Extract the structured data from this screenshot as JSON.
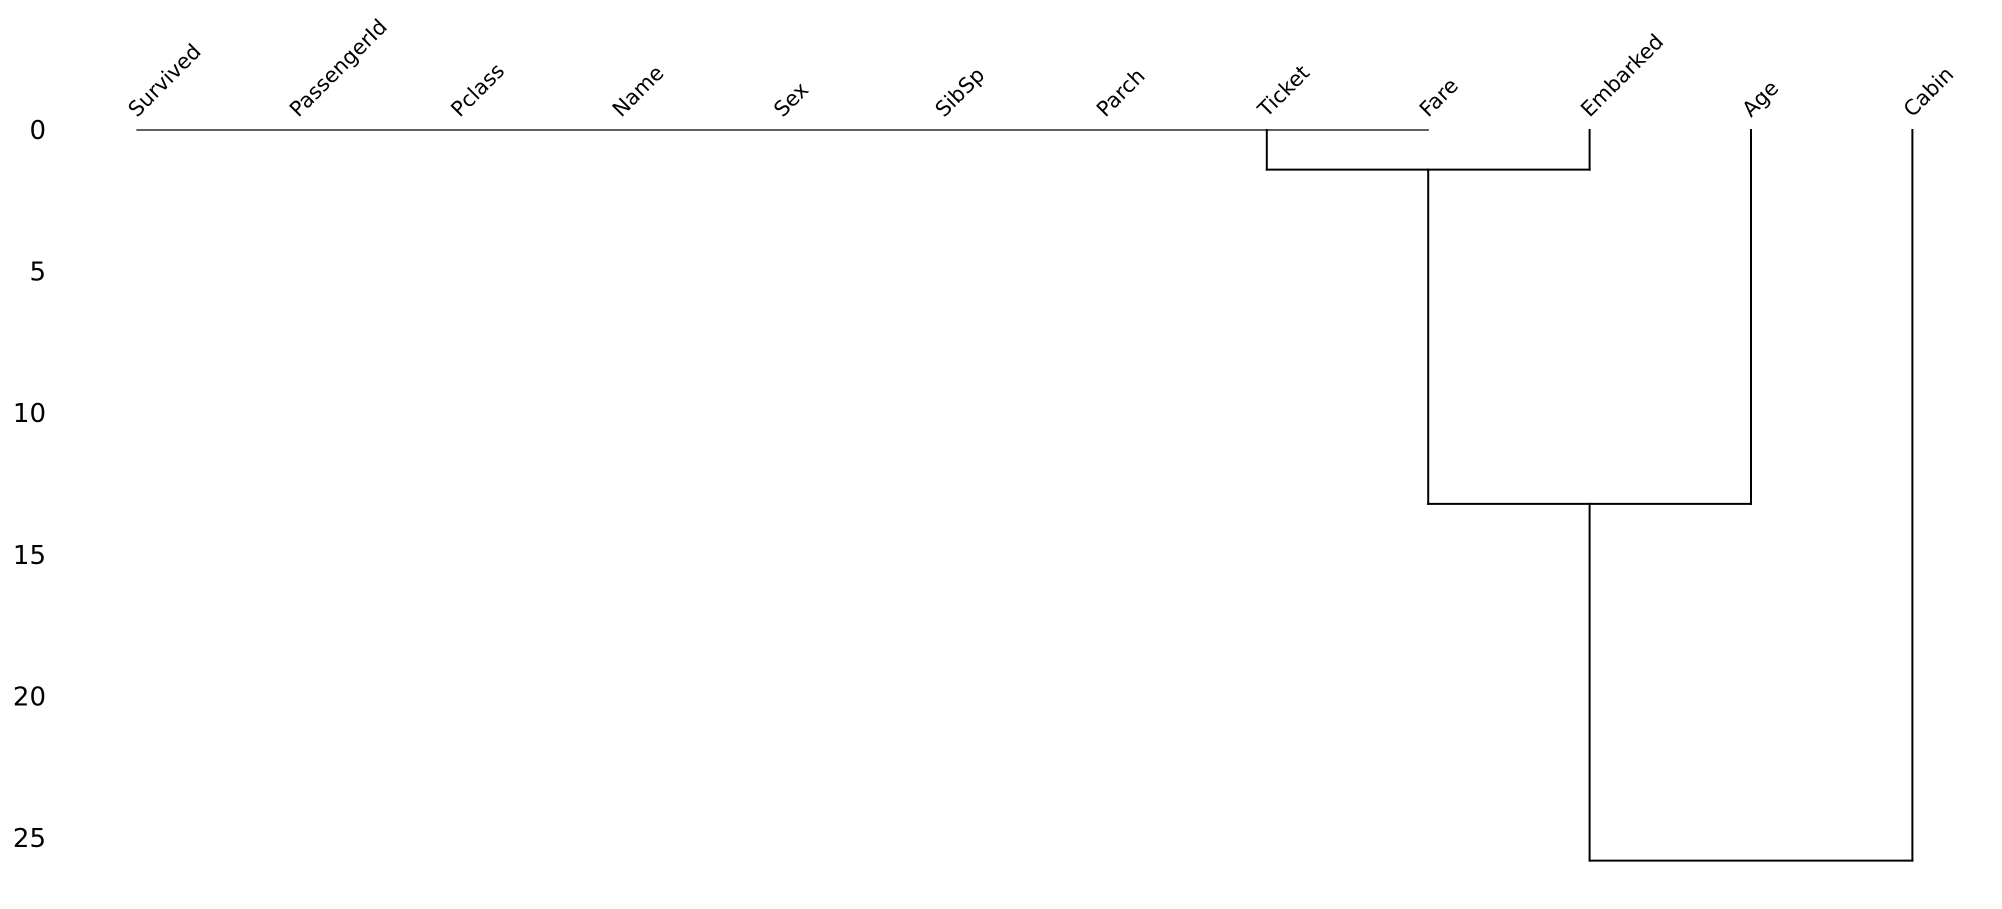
{
  "chart_data": {
    "type": "dendrogram",
    "title": "",
    "xlabel": "",
    "ylabel": "",
    "orientation": "top",
    "ylim": [
      0,
      26.5
    ],
    "y_ticks": [
      0,
      5,
      10,
      15,
      20,
      25
    ],
    "y_tick_labels": [
      "0",
      "5",
      "10",
      "15",
      "20",
      "25"
    ],
    "leaves": [
      "Survived",
      "PassengerId",
      "Pclass",
      "Name",
      "Sex",
      "SibSp",
      "Parch",
      "Ticket",
      "Fare",
      "Embarked",
      "Age",
      "Cabin"
    ],
    "grid": false,
    "line_color": "#000000",
    "merges": [
      {
        "left": "Survived..Ticket (0-distance group)",
        "left_x_index": 7,
        "right_x_index": 0,
        "height": 0
      },
      {
        "left_x_index": 7,
        "right_x_index": 9,
        "center_x_index": 8,
        "height": 1.4
      },
      {
        "left_x_index": 8,
        "right_x_index": 10,
        "center_x_index": 9,
        "height": 13.2
      },
      {
        "left_x_index": 9,
        "right_x_index": 11,
        "center_x_index": 10,
        "height": 25.8
      }
    ],
    "segments": [
      {
        "type": "h",
        "x0": 0,
        "x1": 8,
        "y": 0
      },
      {
        "type": "v",
        "x": 7,
        "y0": 0,
        "y1": 1.4
      },
      {
        "type": "h",
        "x0": 7,
        "x1": 9,
        "y": 1.4
      },
      {
        "type": "v",
        "x": 9,
        "y0": 0,
        "y1": 1.4
      },
      {
        "type": "v",
        "x": 8,
        "y0": 1.4,
        "y1": 13.2
      },
      {
        "type": "v",
        "x": 10,
        "y0": 0,
        "y1": 13.2
      },
      {
        "type": "h",
        "x0": 8,
        "x1": 10,
        "y": 13.2
      },
      {
        "type": "v",
        "x": 9,
        "y0": 13.2,
        "y1": 25.8
      },
      {
        "type": "v",
        "x": 11,
        "y0": 0,
        "y1": 25.8
      },
      {
        "type": "h",
        "x0": 9,
        "x1": 11,
        "y": 25.8
      }
    ]
  }
}
